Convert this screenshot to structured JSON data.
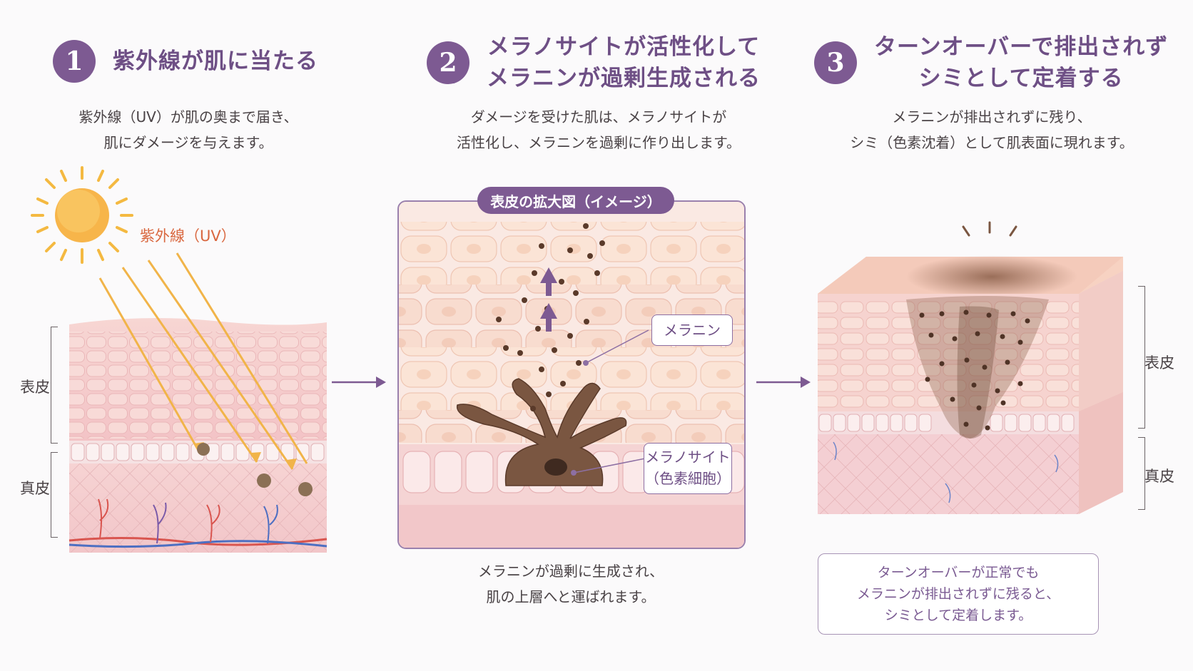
{
  "steps": [
    {
      "number": "1",
      "title": "紫外線が肌に当たる",
      "description": "紫外線（UV）が肌の奥まで届き、\n肌にダメージを与えます。"
    },
    {
      "number": "2",
      "title": "メラノサイトが活性化して\nメラニンが過剰生成される",
      "description": "ダメージを受けた肌は、メラノサイトが\n活性化し、メラニンを過剰に作り出します。"
    },
    {
      "number": "3",
      "title": "ターンオーバーで排出されず\nシミとして定着する",
      "description": "メラニンが排出されずに残り、\nシミ（色素沈着）として肌表面に現れます。"
    }
  ],
  "labels": {
    "uv": "紫外線（UV）",
    "epidermis": "表皮",
    "dermis": "真皮",
    "zoom_title": "表皮の拡大図（イメージ）",
    "melanin": "メラニン",
    "melanocyte": "メラノサイト\n（色素細胞）",
    "step2_caption": "メラニンが過剰に生成され、\n肌の上層へと運ばれます。",
    "step3_note": "ターンオーバーが正常でも\nメラニンが排出されずに残ると、\nシミとして定着します。"
  },
  "colors": {
    "accent": "#7d5a92",
    "uv_text": "#d9673f",
    "melanin": "#5a3a2a"
  },
  "icons": [
    "sun-icon",
    "arrow-right-icon",
    "arrow-up-icon"
  ]
}
